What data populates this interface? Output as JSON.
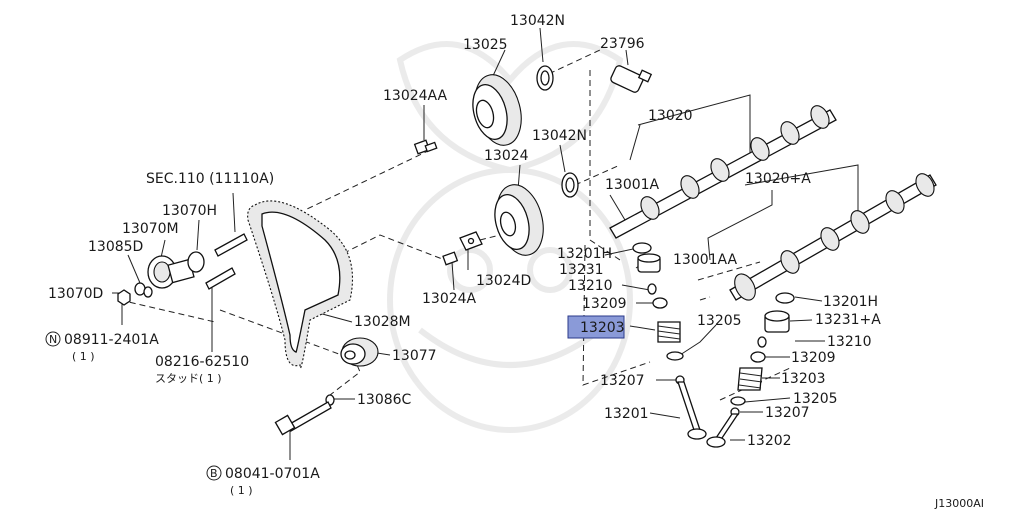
{
  "diagram": {
    "footer_code": "J13000AI",
    "watermark": "samurai-crest-watermark",
    "highlight_color": "#8a9ad8",
    "labels": {
      "p13042N_a": "13042N",
      "p13025": "13025",
      "p23796": "23796",
      "p13024AA": "13024AA",
      "p13020": "13020",
      "p13042N_b": "13042N",
      "p13024": "13024",
      "p13001A": "13001A",
      "p13020A": "13020+A",
      "sec110": "SEC.110 (11110A)",
      "p13070H": "13070H",
      "p13070M": "13070M",
      "p13085D": "13085D",
      "p13201H_a": "13201H",
      "p13001AA": "13001AA",
      "p13231": "13231",
      "p13024D": "13024D",
      "p13210_a": "13210",
      "p13070D": "13070D",
      "p13024A": "13024A",
      "p13209_a": "13209",
      "p13201H_b": "13201H",
      "p13028M": "13028M",
      "p13231A": "13231+A",
      "p13203_a": "13203",
      "p13205_a": "13205",
      "p08911": "08911-2401A",
      "p08911_qty": "( 1 )",
      "p13210_b": "13210",
      "p13077": "13077",
      "p13209_b": "13209",
      "p08216": "08216-62510",
      "p08216_note": "スタッド( 1 )",
      "p13207_a": "13207",
      "p13203_b": "13203",
      "p13086C": "13086C",
      "p13205_b": "13205",
      "p13201": "13201",
      "p13207_b": "13207",
      "p13202": "13202",
      "p08041": "08041-0701A",
      "p08041_qty": "( 1 )",
      "circle_n": "N",
      "circle_b": "B"
    }
  }
}
